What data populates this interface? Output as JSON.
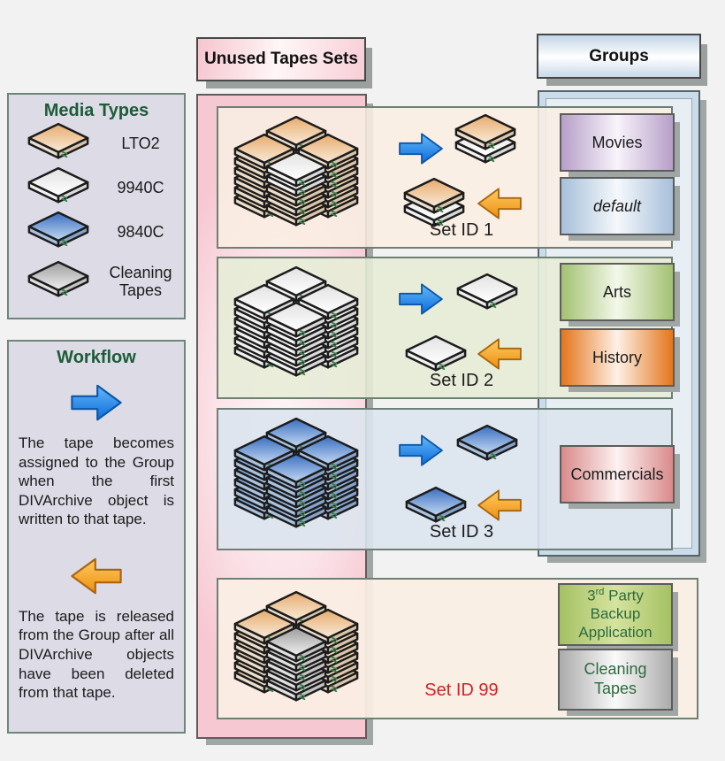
{
  "headers": {
    "unused_tapes": "Unused Tapes Sets",
    "groups": "Groups"
  },
  "media_types": {
    "title": "Media Types",
    "items": [
      {
        "label": "LTO2",
        "tapes": [
          "tan"
        ],
        "color": "#e8b27e"
      },
      {
        "label": "9940C",
        "tapes": [
          "white"
        ],
        "color": "#f0f0f0"
      },
      {
        "label": "9840C",
        "tapes": [
          "blue"
        ],
        "color": "#4f7fc6"
      },
      {
        "label": "Cleaning Tapes",
        "tapes": [
          "gray"
        ],
        "color": "#b4b4b4"
      }
    ]
  },
  "workflow": {
    "title": "Workflow",
    "assign_icon": "blue-right-arrow",
    "assign_text": "The tape becomes assigned to the Group when the first DIVArchive object is written to that tape.",
    "release_icon": "orange-left-arrow",
    "release_text": "The tape is released from the Group after all DIVArchive objects have been deleted from that tape."
  },
  "sets": [
    {
      "id_label": "Set ID 1",
      "stack": {
        "base": "tan",
        "front": "white",
        "front_count": 2
      },
      "assign_tapes": [
        "tan",
        "white"
      ],
      "release_tapes": [
        "tan",
        "white"
      ]
    },
    {
      "id_label": "Set ID 2",
      "stack": {
        "base": "white",
        "front": "white",
        "front_count": 0
      },
      "assign_tapes": [
        "white"
      ],
      "release_tapes": [
        "white"
      ]
    },
    {
      "id_label": "Set ID 3",
      "stack": {
        "base": "blue",
        "front": "blue",
        "front_count": 0
      },
      "assign_tapes": [
        "blue"
      ],
      "release_tapes": [
        "blue"
      ]
    },
    {
      "id_label": "Set ID 99",
      "id_color": "#cc2424",
      "stack": {
        "base": "tan",
        "front": "gray",
        "front_count": 5
      }
    }
  ],
  "groups": [
    {
      "label": "Movies",
      "color": "#b79fc9"
    },
    {
      "label": "default",
      "color": "#a7c0da",
      "italic": true
    },
    {
      "label": "Arts",
      "color": "#a3c172"
    },
    {
      "label": "History",
      "color": "#e4761c"
    },
    {
      "label": "Commercials",
      "color": "#d98a8a"
    }
  ],
  "external_groups": [
    {
      "line1_pre": "3",
      "line1_sup": "rd",
      "line1_post": " Party",
      "line2": "Backup",
      "line3": "Application",
      "color": "#a5c163"
    },
    {
      "line1": "Cleaning",
      "line2": "Tapes",
      "color": "#bdbdbd"
    }
  ]
}
